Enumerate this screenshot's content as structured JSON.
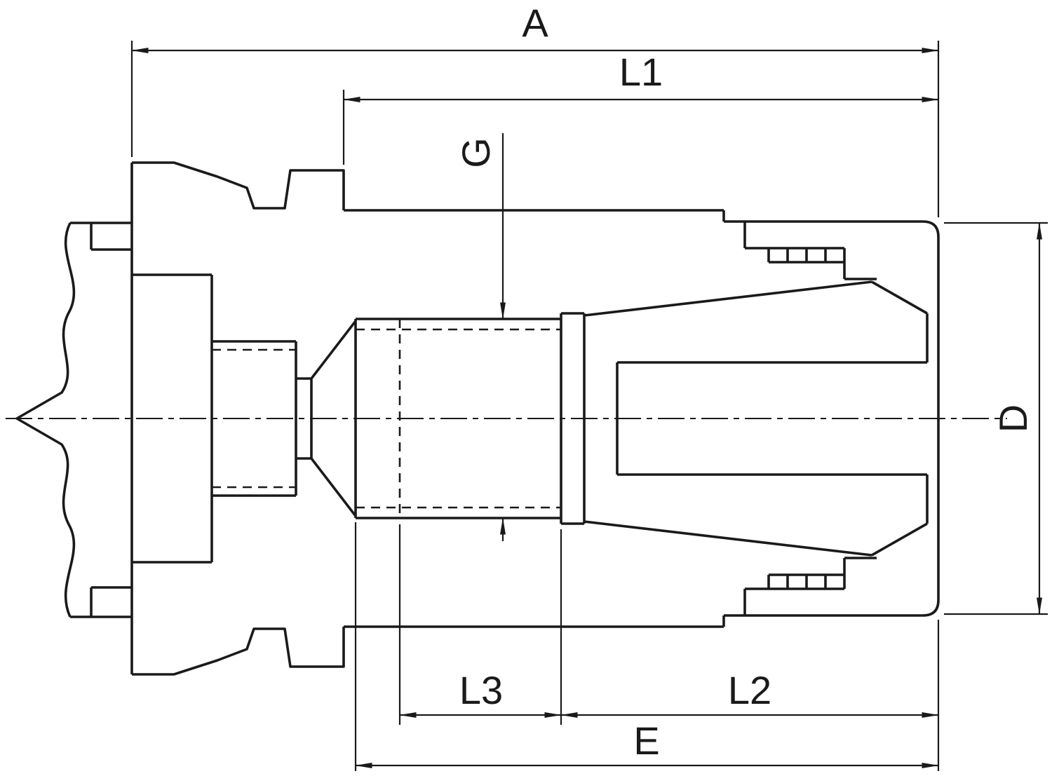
{
  "drawing": {
    "type": "technical-dimension-drawing",
    "line_color": "#1a1a1a",
    "background_color": "#ffffff",
    "dimensions": {
      "a": {
        "label": "A"
      },
      "l1": {
        "label": "L1"
      },
      "g": {
        "label": "G"
      },
      "d": {
        "label": "D"
      },
      "l3": {
        "label": "L3"
      },
      "l2": {
        "label": "L2"
      },
      "e": {
        "label": "E"
      }
    }
  }
}
